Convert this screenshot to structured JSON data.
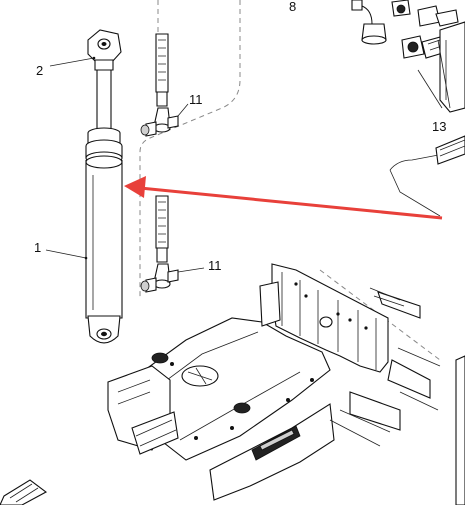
{
  "diagram": {
    "callouts": [
      {
        "id": "c8",
        "text": "8"
      },
      {
        "id": "c2",
        "text": "2"
      },
      {
        "id": "c11a",
        "text": "11"
      },
      {
        "id": "c13",
        "text": "13"
      },
      {
        "id": "c1",
        "text": "1"
      },
      {
        "id": "c11b",
        "text": "11"
      }
    ],
    "arrow_color": "#e8403a",
    "line_color": "#111111"
  }
}
